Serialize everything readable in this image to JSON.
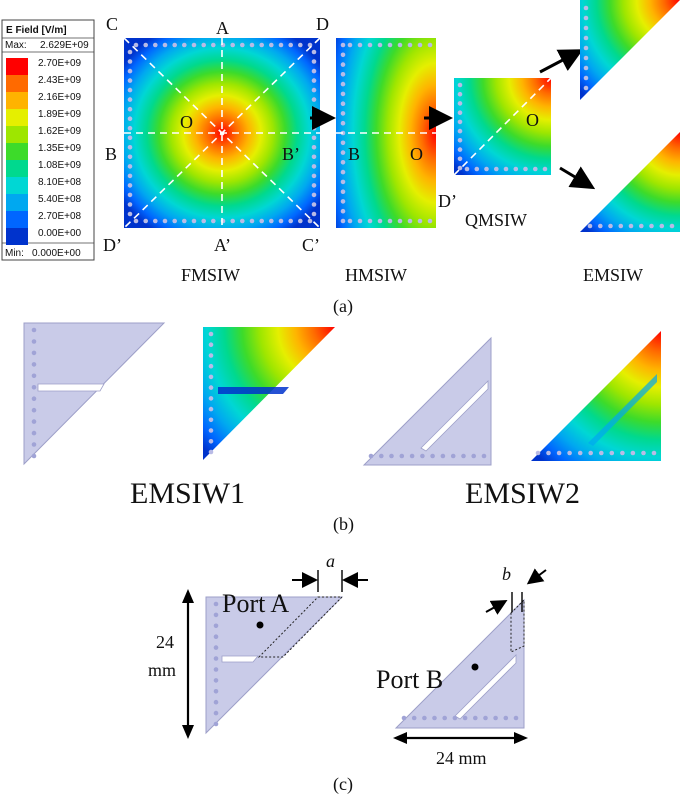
{
  "legend": {
    "title": "E Field [V/m]",
    "max_label": "Max:",
    "max_value": "2.629E+09",
    "min_label": "Min:",
    "min_value": "0.000E+00",
    "levels": [
      {
        "value": "2.70E+09",
        "color": "#ff0000"
      },
      {
        "value": "2.43E+09",
        "color": "#ff6a00"
      },
      {
        "value": "2.16E+09",
        "color": "#ffb300"
      },
      {
        "value": "1.89E+09",
        "color": "#e5ef00"
      },
      {
        "value": "1.62E+09",
        "color": "#9ee600"
      },
      {
        "value": "1.35E+09",
        "color": "#3ddb2a"
      },
      {
        "value": "1.08E+09",
        "color": "#00d98e"
      },
      {
        "value": "8.10E+08",
        "color": "#00d7d4"
      },
      {
        "value": "5.40E+08",
        "color": "#00a8f0"
      },
      {
        "value": "2.70E+08",
        "color": "#0066ff"
      },
      {
        "value": "0.00E+00",
        "color": "#0033cc"
      }
    ]
  },
  "panel_a": {
    "point_labels": {
      "A": "A",
      "A_prime": "A’",
      "B": "B",
      "B_prime": "B’",
      "C": "C",
      "C_prime": "C’",
      "D": "D",
      "D_prime": "D’",
      "O": "O",
      "O_hm": "O",
      "O_qm": "O",
      "B_hm": "B",
      "D_prime_qm": "D’"
    },
    "captions": {
      "fmsiw": "FMSIW",
      "hmsiw": "HMSIW",
      "qmsiw": "QMSIW",
      "emsiw": "EMSIW"
    },
    "label": "(a)"
  },
  "panel_b": {
    "captions": {
      "emsiw1": "EMSIW1",
      "emsiw2": "EMSIW2"
    },
    "label": "(b)"
  },
  "panel_c": {
    "port_a": "Port A",
    "port_b": "Port B",
    "dim_a": "a",
    "dim_b": "b",
    "height_value": "24",
    "height_unit": "mm",
    "width_label": "24 mm",
    "label": "(c)"
  },
  "colors": {
    "substrate": "#c9cbe8",
    "substrate_edge": "#9d9fc8",
    "via": "#a0a3d6",
    "field_low": "#0033cc",
    "field_high": "#ff0000"
  }
}
